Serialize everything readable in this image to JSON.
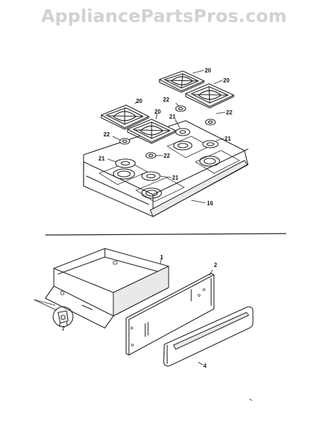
{
  "watermark": "AppliancePartsPros.com",
  "cooktop_assembly": {
    "labels": {
      "grate_a": "20",
      "grate_b": "20",
      "grate_c": "20",
      "grate_d": "20",
      "seal_a": "22",
      "seal_b": "22",
      "seal_c": "22",
      "seal_d": "22",
      "cap_a": "21",
      "cap_b": "21",
      "cap_c": "21",
      "cap_d": "21",
      "cooktop": "16"
    }
  },
  "drawer_assembly": {
    "labels": {
      "drawer_body": "1",
      "drawer_front": "2",
      "drawer_panel": "4",
      "roller": "7"
    }
  }
}
